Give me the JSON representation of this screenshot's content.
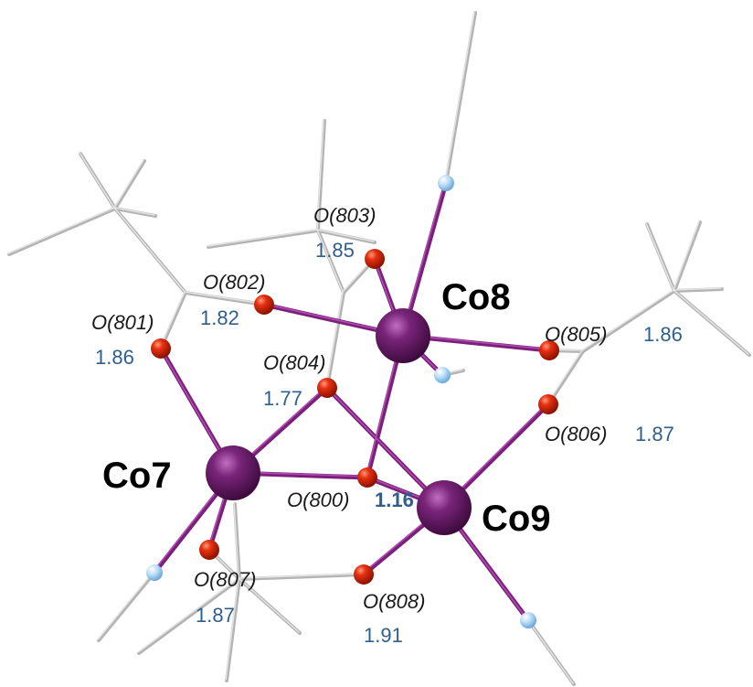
{
  "colors": {
    "cobalt": "#6a1b6a",
    "cobalt_bond": "#7a1f7a",
    "oxygen": "#e12a10",
    "nitrogen_site": "#b8dcf5",
    "carbon_stick": "#b4b4b4",
    "oxygen_label": "#1a1a1a",
    "distance_label": "#2f5f8c",
    "metal_label": "#000000"
  },
  "metals": [
    {
      "id": "co7",
      "label": "Co7"
    },
    {
      "id": "co8",
      "label": "Co8"
    },
    {
      "id": "co9",
      "label": "Co9"
    }
  ],
  "oxygens": [
    {
      "id": "o800",
      "label": "O(800)",
      "distance": "1.16"
    },
    {
      "id": "o801",
      "label": "O(801)",
      "distance": "1.86"
    },
    {
      "id": "o802",
      "label": "O(802)",
      "distance": "1.82"
    },
    {
      "id": "o803",
      "label": "O(803)",
      "distance": "1.85"
    },
    {
      "id": "o804",
      "label": "O(804)",
      "distance": "1.77"
    },
    {
      "id": "o805",
      "label": "O(805)",
      "distance": "1.86"
    },
    {
      "id": "o806",
      "label": "O(806)",
      "distance": "1.87"
    },
    {
      "id": "o807",
      "label": "O(807)",
      "distance": "1.87"
    },
    {
      "id": "o808",
      "label": "O(808)",
      "distance": "1.91"
    }
  ]
}
